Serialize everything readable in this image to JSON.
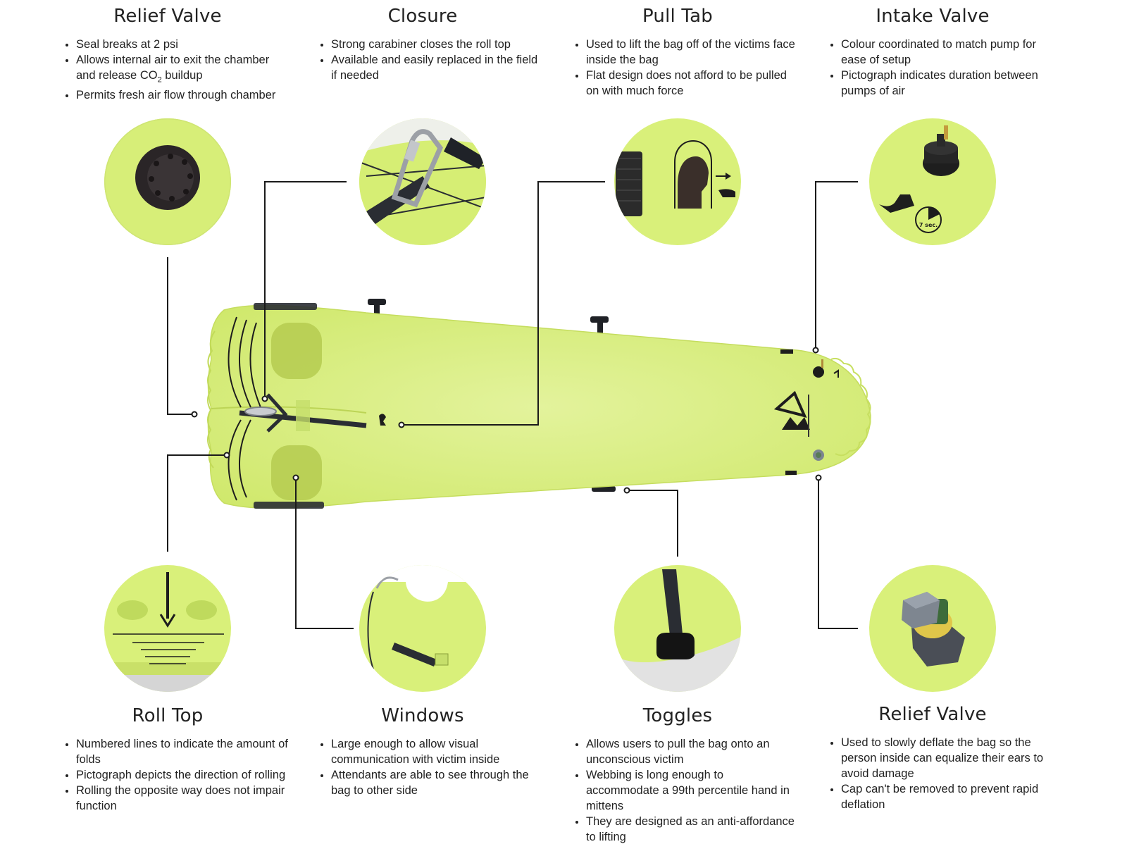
{
  "callouts": {
    "relief_valve_top": {
      "title": "Relief Valve",
      "bullets": [
        "Seal breaks at 2 psi",
        "Allows internal air to exit the chamber and release CO",
        "Permits fresh air flow through chamber"
      ],
      "co2_tail": " buildup",
      "co2_sub": "2"
    },
    "closure": {
      "title": "Closure",
      "bullets": [
        "Strong carabiner closes the roll top",
        "Available and easily replaced in the field if needed"
      ]
    },
    "pull_tab": {
      "title": "Pull Tab",
      "bullets": [
        "Used to lift the bag off of the victims face inside the bag",
        "Flat design does not afford to be pulled on with much force"
      ]
    },
    "intake_valve": {
      "title": "Intake Valve",
      "bullets": [
        "Colour coordinated to match pump for ease of setup",
        "Pictograph indicates duration between pumps of air"
      ]
    },
    "roll_top": {
      "title": "Roll Top",
      "bullets": [
        "Numbered lines to indicate the amount of folds",
        "Pictograph depicts the direction of rolling",
        "Rolling the opposite way does not impair function"
      ]
    },
    "windows": {
      "title": "Windows",
      "bullets": [
        "Large enough to allow visual communication with victim inside",
        "Attendants are able to see through the bag to other side"
      ]
    },
    "toggles": {
      "title": "Toggles",
      "bullets": [
        "Allows users to pull the bag onto an unconscious victim",
        "Webbing is long enough to accommodate a 99th percentile hand in mittens",
        "They are designed as an anti-affordance to lifting"
      ]
    },
    "relief_valve_bottom": {
      "title": "Relief Valve",
      "bullets": [
        "Used to slowly deflate the bag so the person inside can equalize their ears to avoid damage",
        "Cap can't be removed to prevent rapid deflation"
      ]
    }
  },
  "pictograph_label": "7 sec.",
  "colors": {
    "bag": "#d6ec72",
    "bag_light": "#e2f29a",
    "circle_fill": "#d9f07a",
    "line": "#1a1a1a",
    "webbing": "#2a2d33"
  }
}
